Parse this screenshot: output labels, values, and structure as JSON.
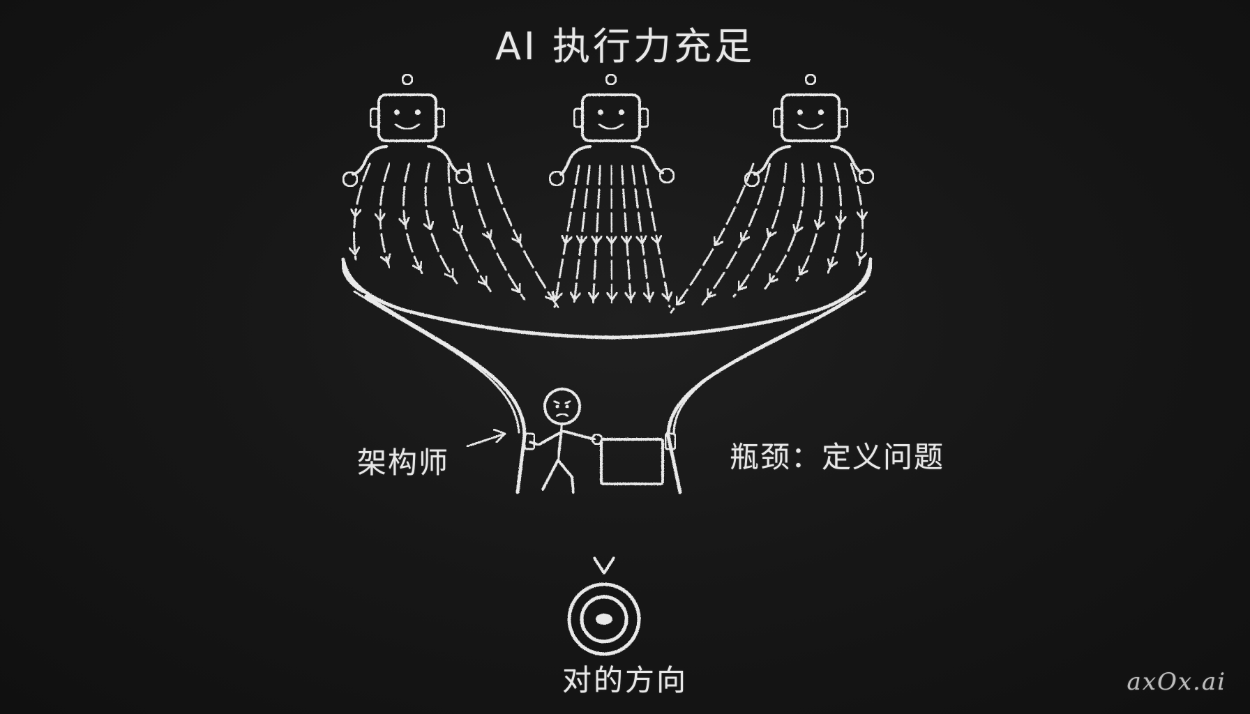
{
  "title": "AI 执行力充足",
  "architect_label": "架构师",
  "bottleneck_label": "瓶颈：定义问题",
  "target_label": "对的方向",
  "watermark": "axOx.ai",
  "colors": {
    "background": "#151515",
    "chalk": "#e9e9e9"
  },
  "icons": [
    "robot-icon",
    "stick-figure-icon",
    "gate-icon",
    "target-icon",
    "funnel-icon",
    "arrow-icon"
  ]
}
